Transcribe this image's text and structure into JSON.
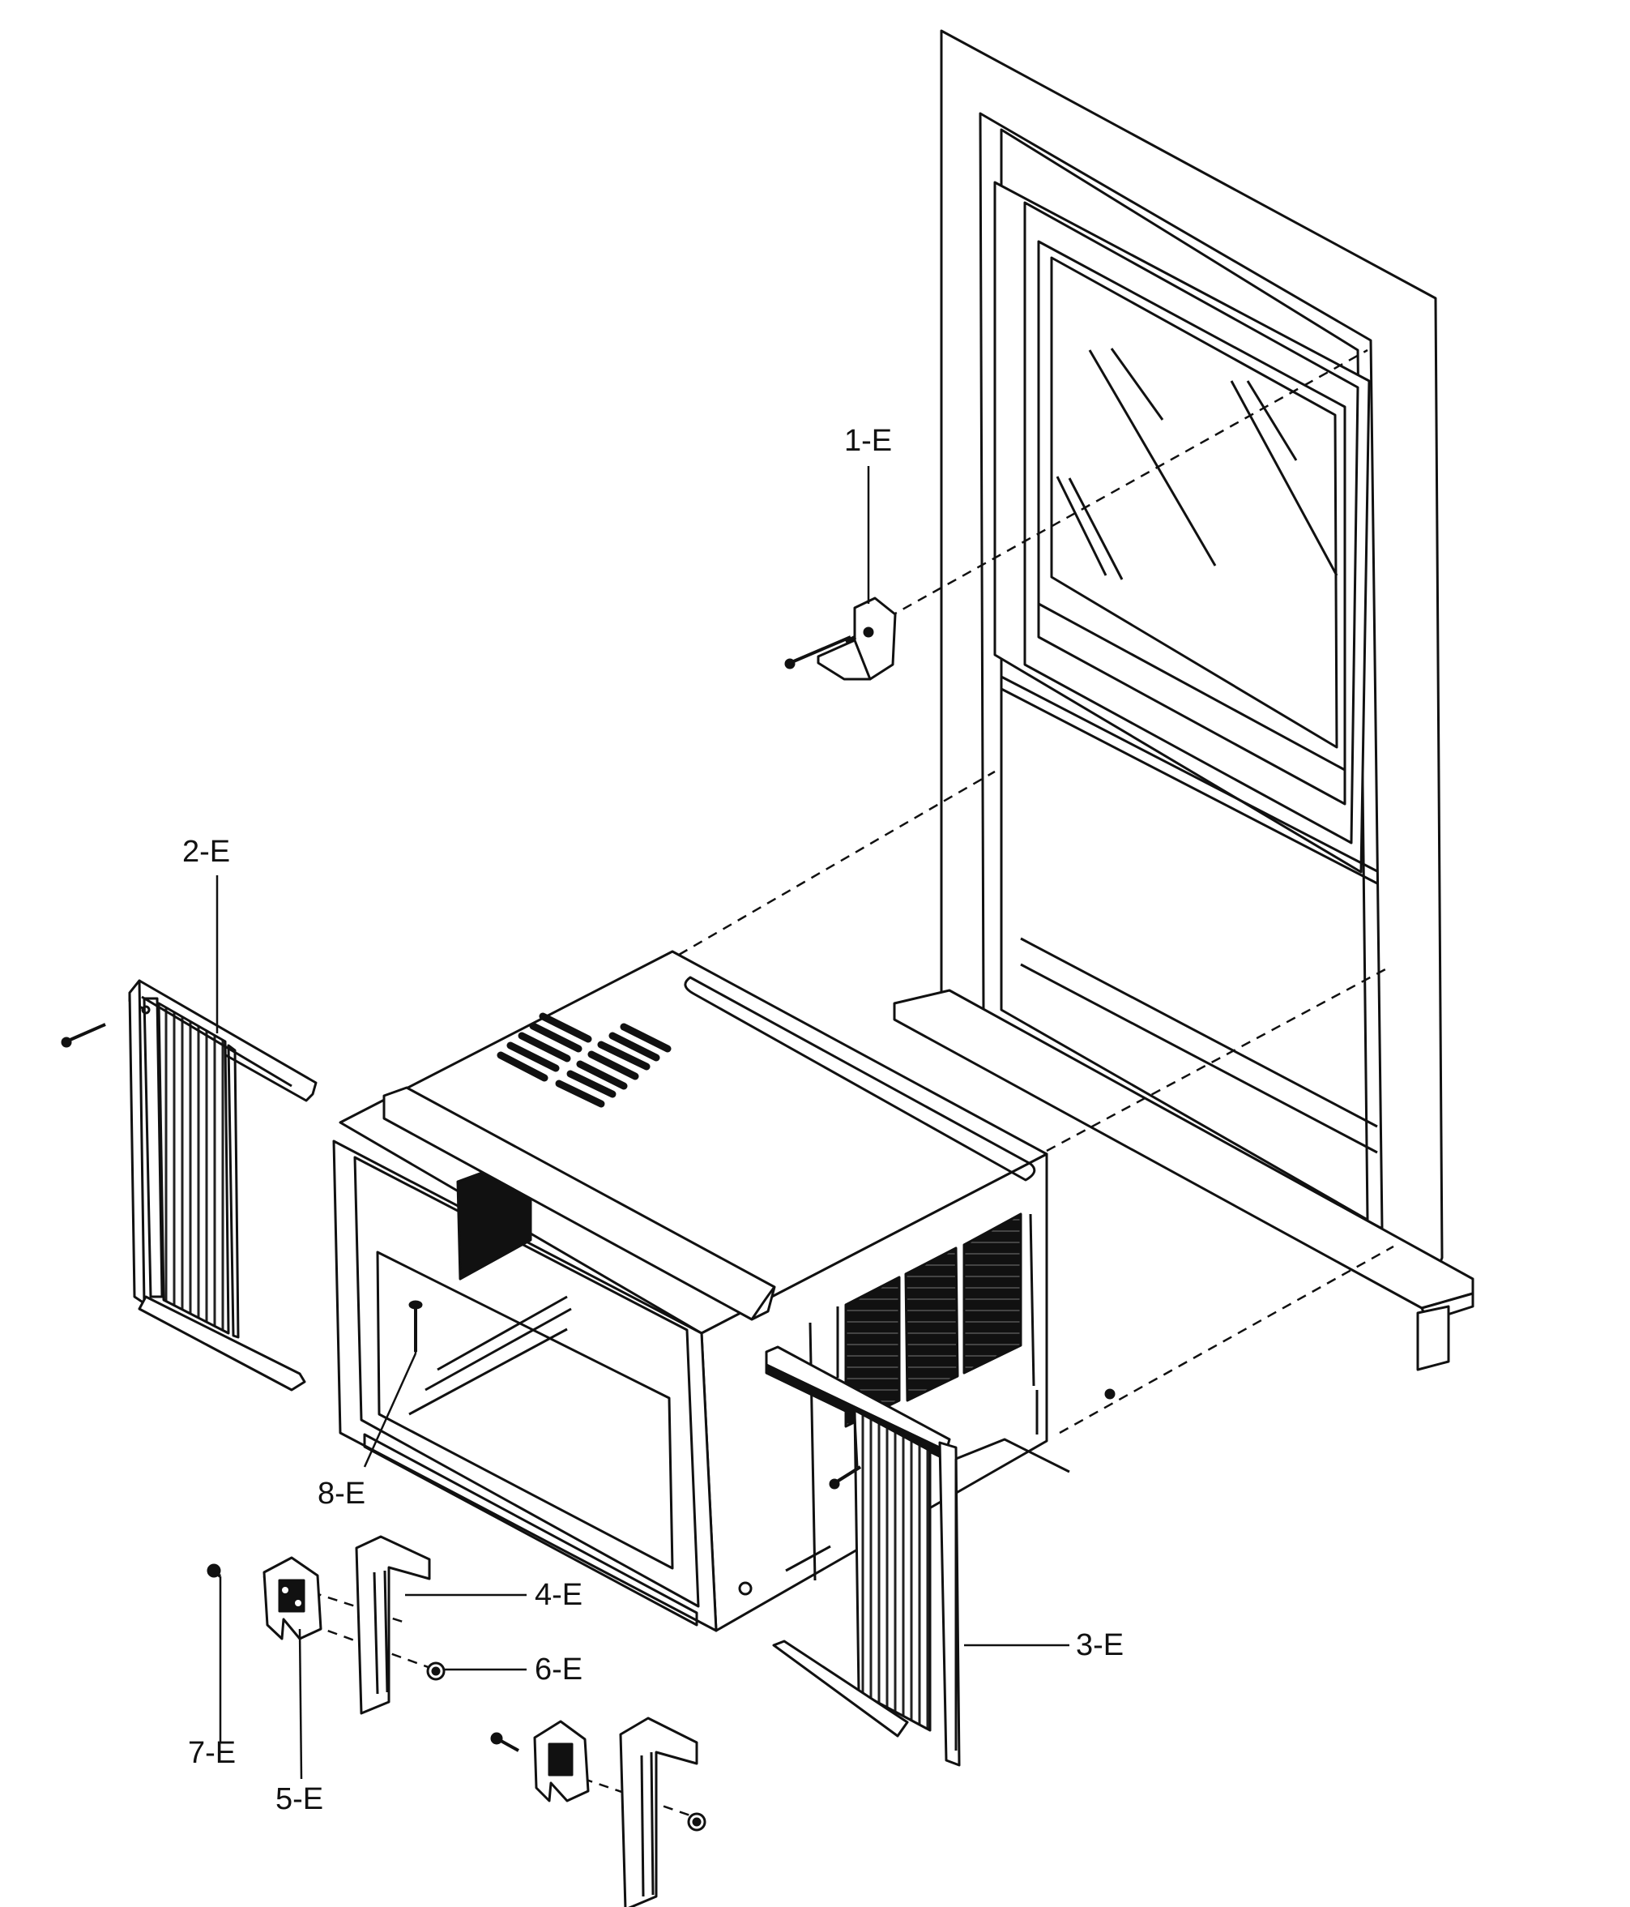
{
  "parts": [
    {
      "id": "bracket",
      "label": "1-E"
    },
    {
      "id": "left-curtain",
      "label": "2-E"
    },
    {
      "id": "right-curtain",
      "label": "3-E"
    },
    {
      "id": "support",
      "label": "4-E"
    },
    {
      "id": "clip",
      "label": "5-E"
    },
    {
      "id": "nut",
      "label": "6-E"
    },
    {
      "id": "bolt",
      "label": "7-E"
    },
    {
      "id": "screw",
      "label": "8-E"
    }
  ]
}
